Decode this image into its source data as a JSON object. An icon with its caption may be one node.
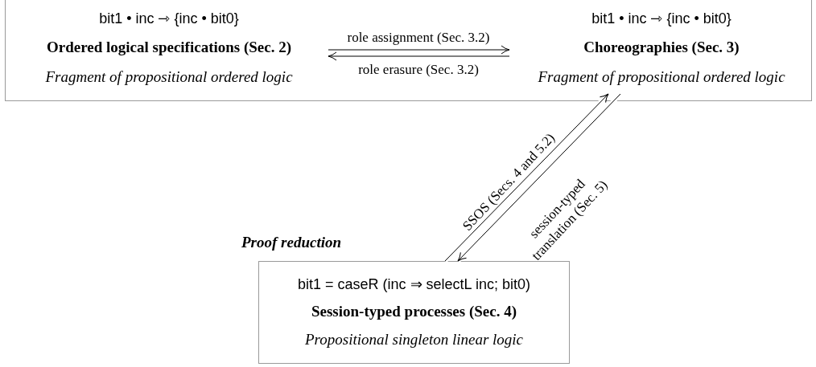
{
  "diagram": {
    "nodes": [
      {
        "text": [],
        "shape": "box"
      },
      {
        "text": [
          "bit1 • inc ⇾ {inc • bit0}",
          "Ordered logical specifications (Sec. 2)",
          "Fragment of propositional ordered logic"
        ],
        "in": 0
      },
      {
        "text": [
          "bit1 • inc ⇾ {inc • bit0}",
          "Choreographies (Sec. 3)",
          "Fragment of propositional ordered logic"
        ],
        "in": 0
      },
      {
        "text": [
          "Proof reduction",
          "bit1 = caseR (inc ⇒ selectL inc; bit0)",
          "Session-typed processes (Sec. 4)",
          "Propositional singleton linear logic"
        ]
      }
    ],
    "edges": [
      {
        "from": 1,
        "to": 2,
        "arrow": "to",
        "label": "role assignment (Sec. 3.2)"
      },
      {
        "from": 2,
        "to": 1,
        "arrow": "to",
        "label": "role erasure (Sec. 3.2)"
      },
      {
        "from": 3,
        "to": 2,
        "arrow": "to",
        "label": "SSOS (Secs. 4 and 5.2)"
      },
      {
        "from": 2,
        "to": 3,
        "arrow": "to",
        "label": "session-typed translation (Sec. 5)"
      }
    ]
  }
}
